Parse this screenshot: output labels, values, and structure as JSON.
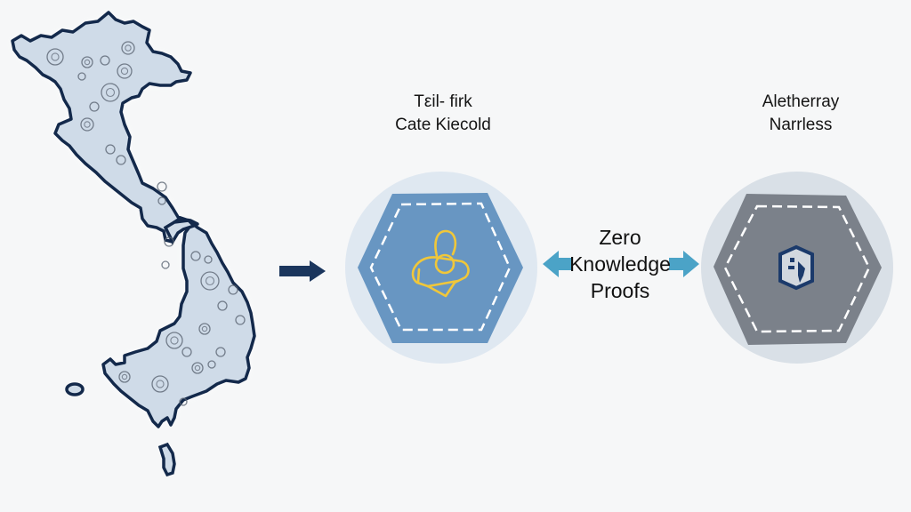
{
  "diagram": {
    "map": {
      "name": "vietnam-map",
      "fill_color": "#cfdbe8",
      "outline_color": "#13294b"
    },
    "flow_arrow": {
      "color": "#1b365d"
    },
    "nodes": [
      {
        "id": "left",
        "label_line1": "Tεil- firk",
        "label_line2": "Cate Kiecold",
        "circle_color": "#dfe8f1",
        "hexagon_color": "#6896c2",
        "icon": "lock-magnifier-icon",
        "icon_color": "#f0c73a"
      },
      {
        "id": "right",
        "label_line1": "Aletherray",
        "label_line2": "Narrless",
        "circle_color": "#d9e0e7",
        "hexagon_color": "#7b818a",
        "icon": "shield-badge-icon",
        "icon_color": "#1b3a6b"
      }
    ],
    "connector": {
      "line1": "Zero",
      "line2": "Knowledge",
      "line3": "Proofs",
      "arrow_color": "#4ba3c7"
    }
  }
}
